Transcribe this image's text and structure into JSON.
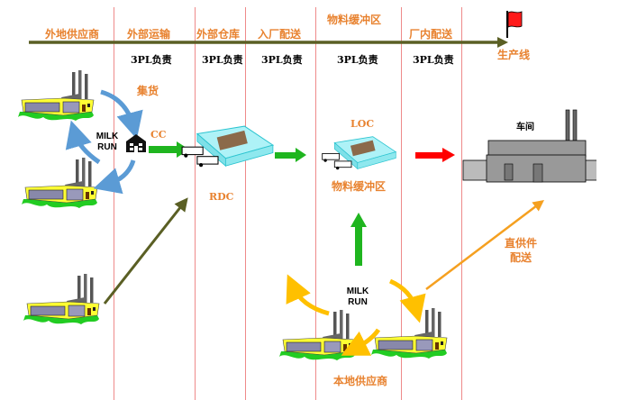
{
  "stages": [
    {
      "label": "外地供应商"
    },
    {
      "label": "外部运输"
    },
    {
      "label": "外部仓库"
    },
    {
      "label": "入厂配送"
    },
    {
      "label": "物料缓冲区"
    },
    {
      "label": "厂内配送"
    }
  ],
  "responsibility": [
    "3PL负责",
    "3PL负责",
    "3PL负责",
    "3PL负责",
    "3PL负责"
  ],
  "timeline_end_label": "生产线",
  "labels": {
    "consolidation": "集货",
    "cc": "CC",
    "rdc": "RDC",
    "loc": "LOC",
    "buffer": "物料缓冲区",
    "workshop": "车间",
    "direct_supply_line1": "直供件",
    "direct_supply_line2": "配送",
    "local_supplier": "本地供应商",
    "milk_run_1_line1": "MILK",
    "milk_run_1_line2": "RUN",
    "milk_run_2_line1": "MILK",
    "milk_run_2_line2": "RUN"
  },
  "colors": {
    "stage_text": "#e8822f",
    "divider": "#ee8a8a",
    "timeline": "#5a5f24",
    "green_arrow": "#1fb51f",
    "red_arrow": "#ff0000",
    "blue_arrow": "#5b9bd5",
    "yellow_arrow": "#ffc000",
    "orange_arrow": "#f5a020",
    "olive_arrow": "#5a5f24"
  }
}
